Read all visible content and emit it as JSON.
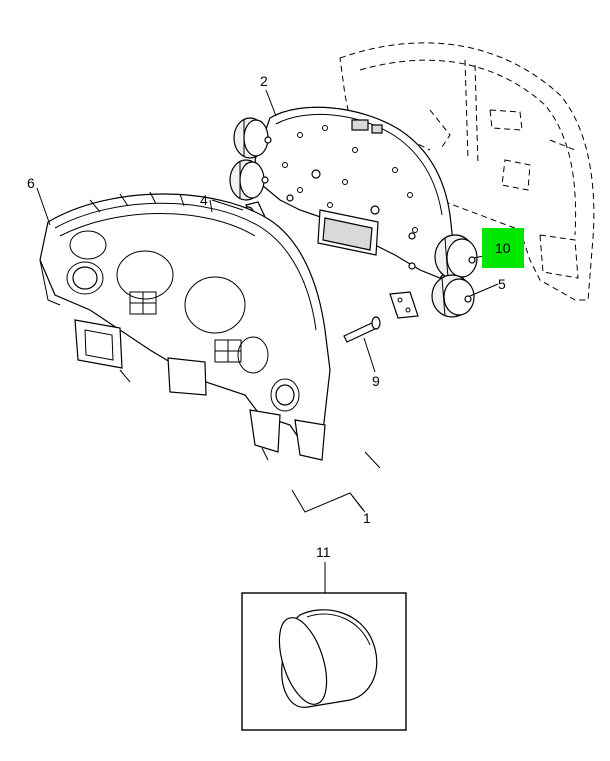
{
  "callouts": {
    "c1": "1",
    "c2": "2",
    "c4": "4",
    "c5": "5",
    "c6": "6",
    "c9": "9",
    "c10": "10",
    "c11": "11"
  },
  "colors": {
    "highlight": "#00e600",
    "line": "#000000",
    "background": "#ffffff"
  }
}
